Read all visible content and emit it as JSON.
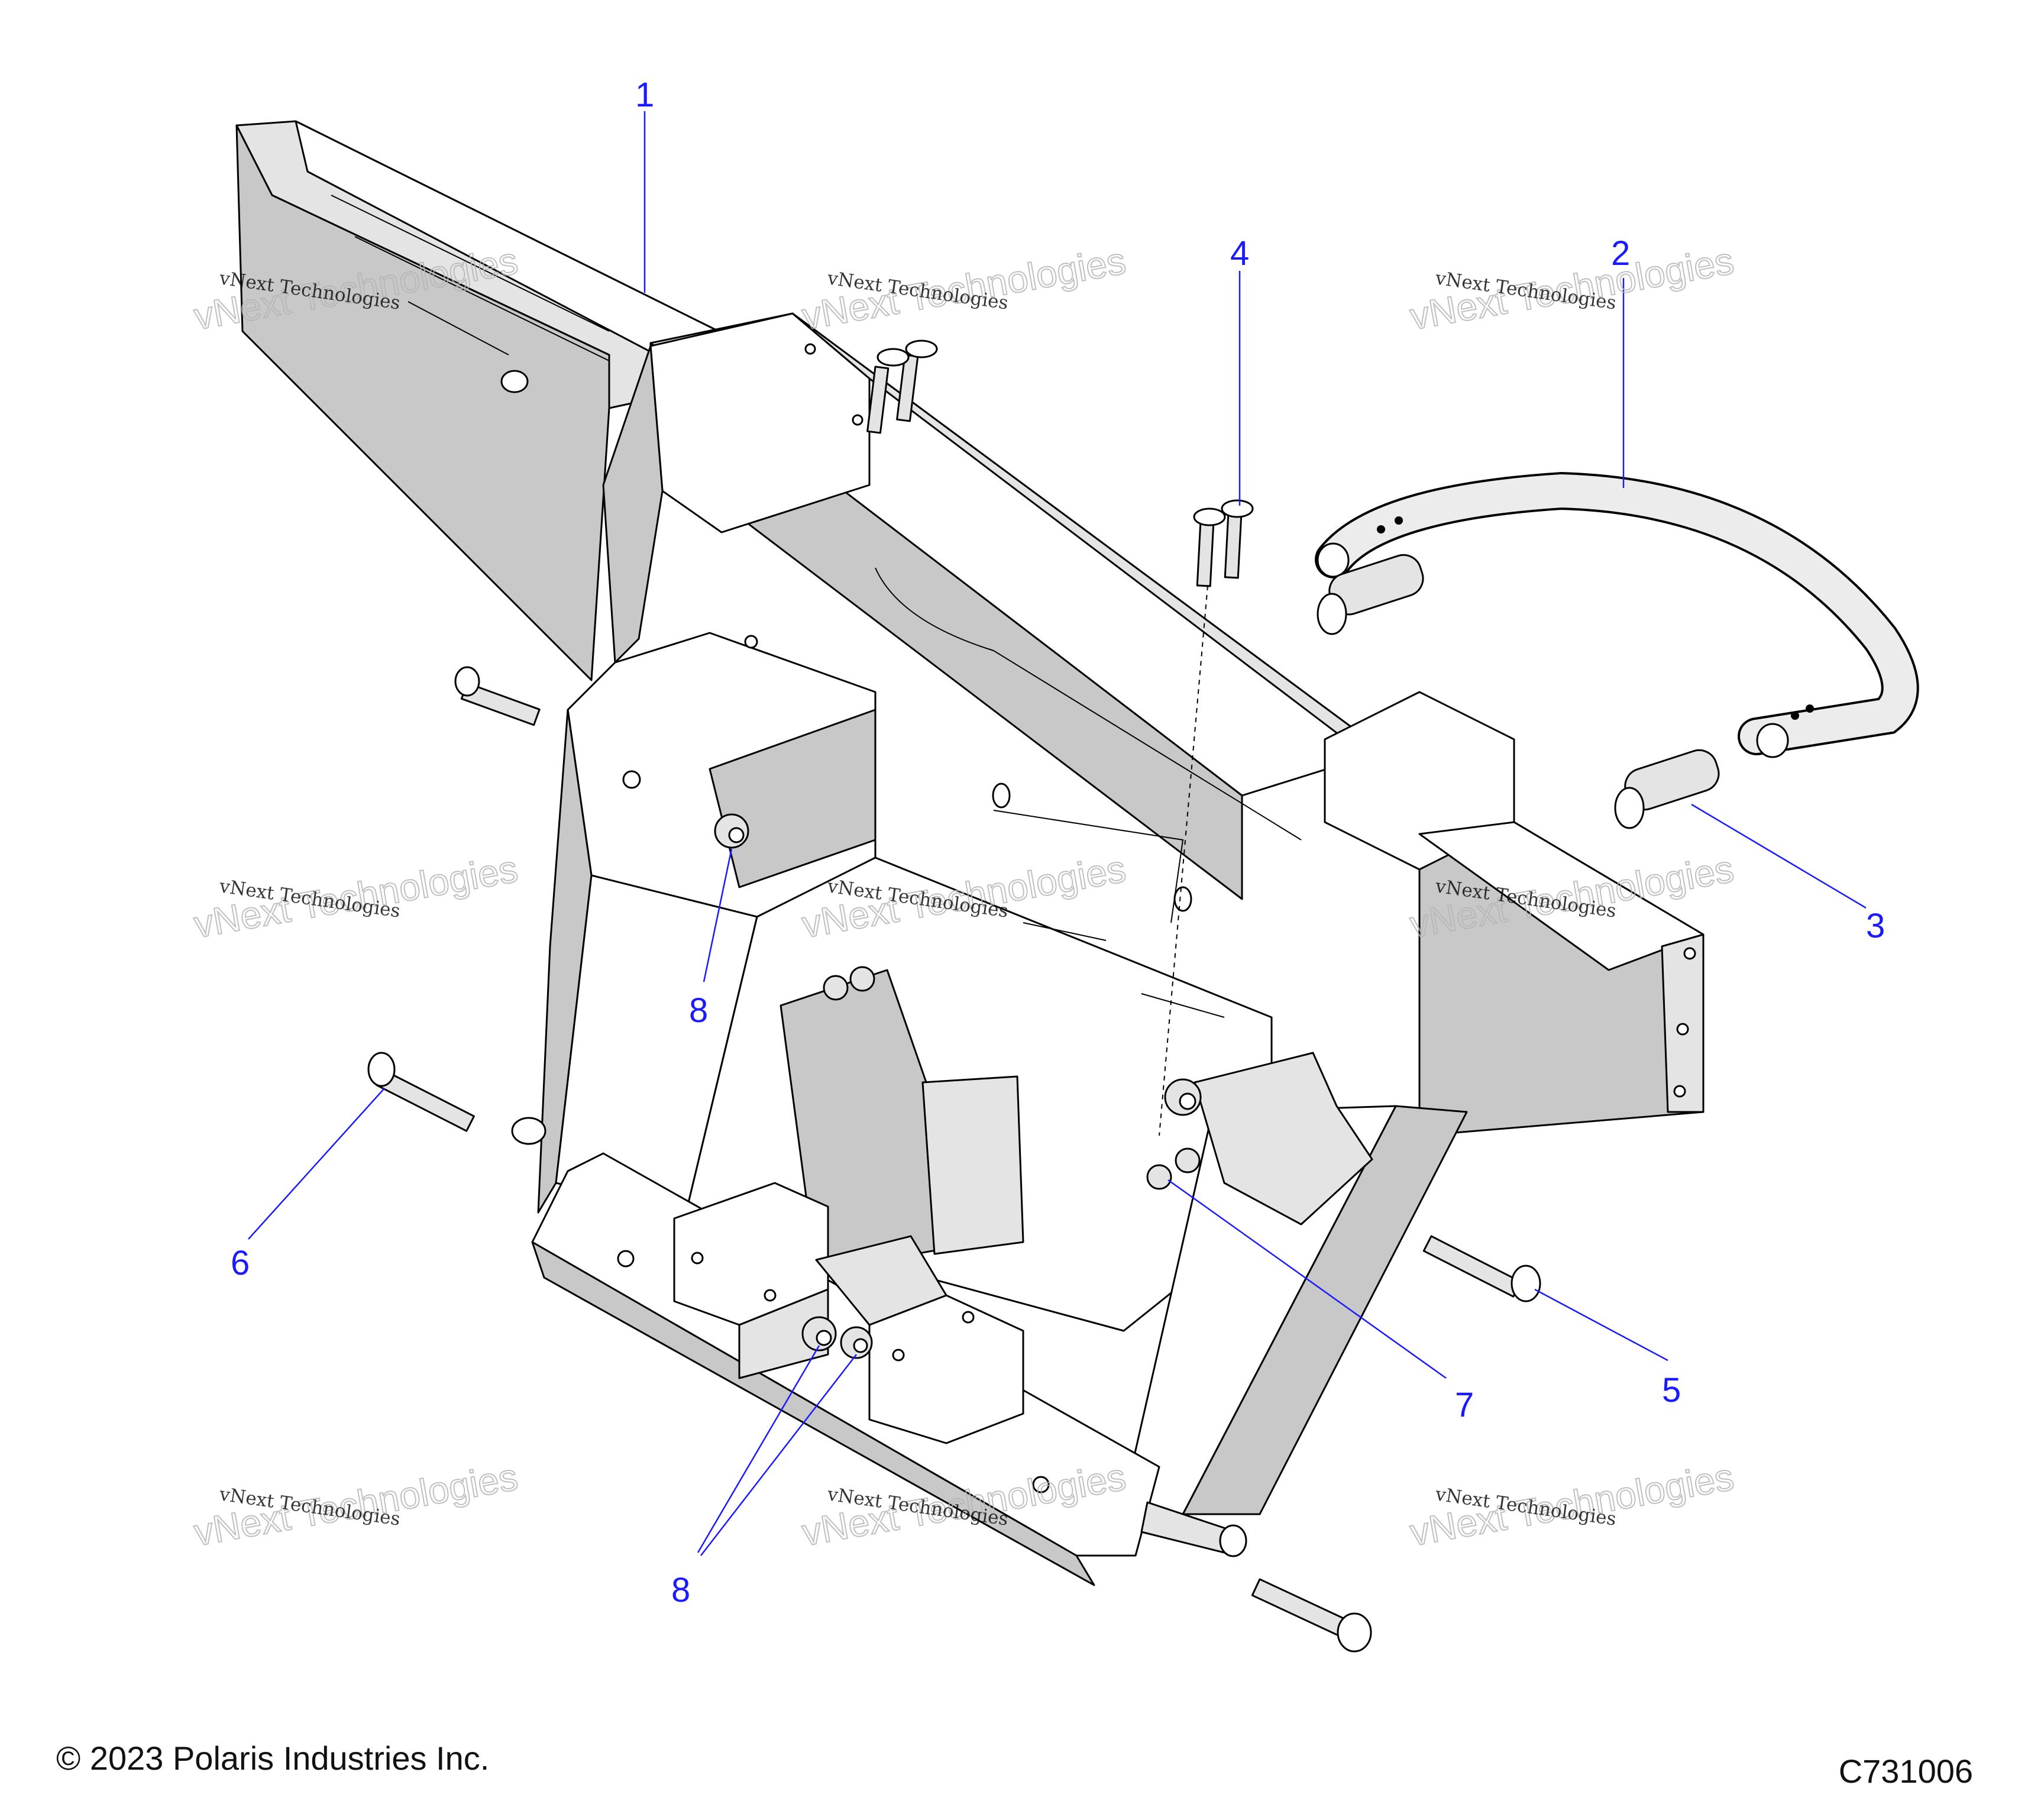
{
  "diagram": {
    "callouts": [
      "1",
      "2",
      "3",
      "4",
      "5",
      "6",
      "7",
      "8",
      "8"
    ],
    "watermark_line1": "vNext Technologies",
    "watermark_line2": "vNext Technologies"
  },
  "footer": {
    "copyright": "© 2023 Polaris Industries Inc.",
    "figure_code": "C731006"
  }
}
